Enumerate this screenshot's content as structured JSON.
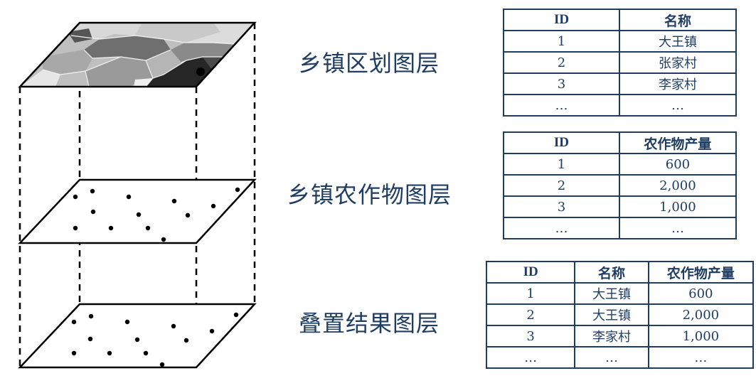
{
  "layers": [
    {
      "id": "district",
      "label": "乡镇区划图层"
    },
    {
      "id": "crop",
      "label": "乡镇农作物图层"
    },
    {
      "id": "overlay",
      "label": "叠置结果图层"
    }
  ],
  "tables": {
    "district": {
      "headers": [
        "ID",
        "名称"
      ],
      "rows": [
        [
          "1",
          "大王镇"
        ],
        [
          "2",
          "张家村"
        ],
        [
          "3",
          "李家村"
        ],
        [
          "…",
          "…"
        ]
      ]
    },
    "crop": {
      "headers": [
        "ID",
        "农作物产量"
      ],
      "rows": [
        [
          "1",
          "600"
        ],
        [
          "2",
          "2,000"
        ],
        [
          "3",
          "1,000"
        ],
        [
          "…",
          "…"
        ]
      ]
    },
    "overlay": {
      "headers": [
        "ID",
        "名称",
        "农作物产量"
      ],
      "rows": [
        [
          "1",
          "大王镇",
          "600"
        ],
        [
          "2",
          "大王镇",
          "2,000"
        ],
        [
          "3",
          "李家村",
          "1,000"
        ],
        [
          "…",
          "…",
          "…"
        ]
      ]
    }
  },
  "colors": {
    "text": "#1f3d63",
    "frame": "#000000"
  }
}
